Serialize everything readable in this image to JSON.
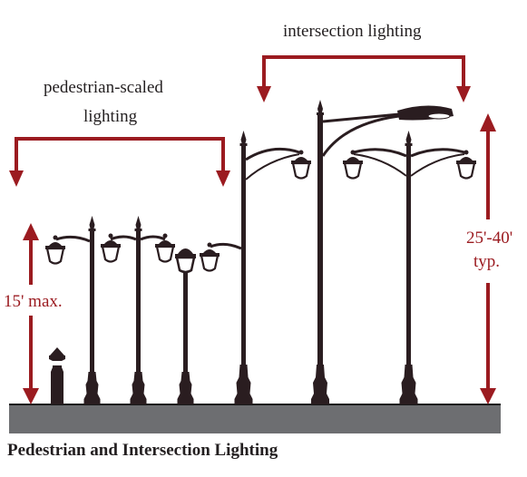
{
  "labels": {
    "intersection": "intersection lighting",
    "pedestrian_line1": "pedestrian-scaled",
    "pedestrian_line2": "lighting",
    "max_height": "15' max.",
    "typ_line1": "25'-40'",
    "typ_line2": "typ."
  },
  "caption": "Pedestrian and Intersection Lighting",
  "colors": {
    "accent": "#9b1b20",
    "post": "#2a1d20",
    "ground": "#6d6e71",
    "text": "#231f20"
  },
  "icons": {
    "bracket": "bracket-arrow-icon",
    "dimension": "dimension-arrow-icon",
    "lamp_post": "lamp-post-icon",
    "bollard": "bollard-icon"
  }
}
